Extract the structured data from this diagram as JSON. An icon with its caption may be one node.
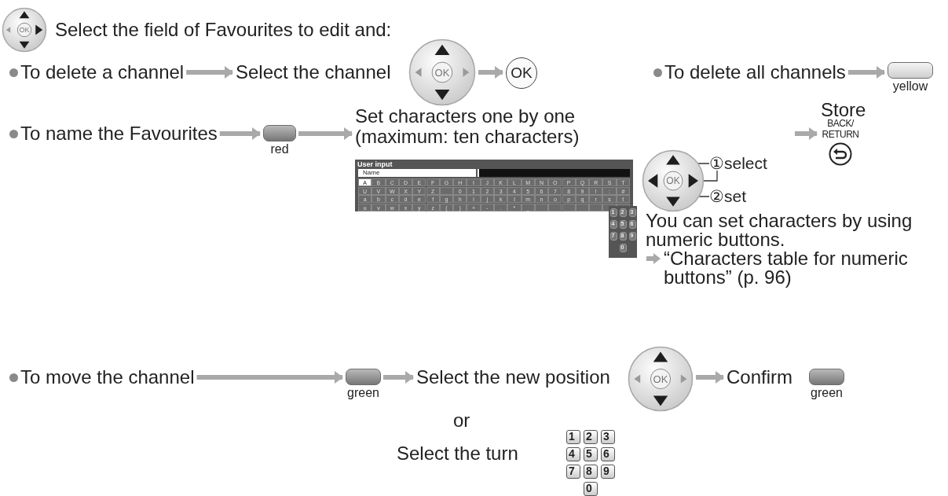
{
  "diagram": {
    "nodes": [
      {
        "text": [
          "OK"
        ]
      },
      {
        "text": [
          "To delete a channel"
        ]
      },
      {
        "text": [
          "Select the channel"
        ]
      },
      {
        "text": [
          "OK"
        ]
      },
      {
        "text": [
          "OK"
        ]
      },
      {
        "text": [
          "To delete all channels"
        ]
      },
      {
        "text": [],
        "shape": "box",
        "beside": [
          "yellow"
        ]
      },
      {
        "text": [
          "To name the Favourites"
        ]
      },
      {
        "text": [],
        "shape": "box",
        "beside": [
          "red"
        ]
      },
      {
        "text": [
          "Set characters one by one (maximum: ten characters)"
        ]
      },
      {
        "text": [
          "User input",
          "Name",
          "A",
          "B",
          "C",
          "D",
          "E",
          "F",
          "G",
          "H",
          "I",
          "J",
          "K",
          "L",
          "M",
          "N",
          "O",
          "P",
          "Q",
          "R",
          "S",
          "T",
          "U",
          "V",
          "W",
          "X",
          "Y",
          "Z",
          "0",
          "1",
          "2",
          "3",
          "4",
          "5",
          "6",
          "7",
          "8",
          "9",
          "!",
          ":",
          "#",
          "a",
          "b",
          "c",
          "d",
          "e",
          "f",
          "g",
          "h",
          "i",
          "j",
          "k",
          "l",
          "m",
          "n",
          "o",
          "p",
          "q",
          "r",
          "s",
          "t",
          "u",
          "v",
          "w",
          "x",
          "y",
          "z",
          "(",
          ")",
          "+",
          "-",
          ".",
          "*",
          "_"
        ]
      },
      {
        "text": [
          "1",
          "2",
          "3",
          "4",
          "5",
          "6",
          "7",
          "8",
          "9",
          "0"
        ]
      },
      {
        "text": [
          "OK"
        ]
      },
      {
        "text": [
          "①select"
        ]
      },
      {
        "text": [
          "②set"
        ]
      },
      {
        "text": [
          "Store"
        ]
      },
      {
        "text": [
          "BACK/ RETURN"
        ]
      },
      {
        "text": [
          "To move the channel"
        ]
      },
      {
        "text": [],
        "shape": "box",
        "beside": [
          "green"
        ]
      },
      {
        "text": [
          "Select the new position"
        ]
      },
      {
        "text": [
          "OK"
        ]
      },
      {
        "text": [
          "Confirm"
        ]
      },
      {
        "text": [],
        "shape": "box",
        "beside": [
          "green"
        ]
      },
      {
        "text": [
          "1",
          "2",
          "3",
          "4",
          "5",
          "6",
          "7",
          "8",
          "9",
          "0"
        ]
      }
    ],
    "edges": [
      {
        "from": 1,
        "to": 2,
        "arrow": "to"
      },
      {
        "from": 3,
        "to": 4,
        "arrow": "to"
      },
      {
        "from": 5,
        "to": 6,
        "arrow": "to"
      },
      {
        "from": 7,
        "to": 8,
        "arrow": "to"
      },
      {
        "from": 8,
        "to": 9,
        "arrow": "to"
      },
      {
        "from": null,
        "to": 16,
        "arrow": "to"
      },
      {
        "from": 13,
        "to": 12,
        "arrow": "none",
        "color": "#333333"
      },
      {
        "from": 13,
        "to": 12,
        "arrow": "none",
        "color": "#333333"
      },
      {
        "from": 14,
        "to": 12,
        "arrow": "none",
        "color": "#333333"
      },
      {
        "from": 17,
        "to": 18,
        "arrow": "to"
      },
      {
        "from": 18,
        "to": 19,
        "arrow": "to"
      },
      {
        "from": 20,
        "to": 21,
        "arrow": "to"
      }
    ],
    "labels": [
      "Select the field of Favourites to edit and:",
      "You can set characters by using numeric buttons.",
      "“Characters table for numeric buttons” (p. 96)",
      "or",
      "Select the turn"
    ]
  }
}
